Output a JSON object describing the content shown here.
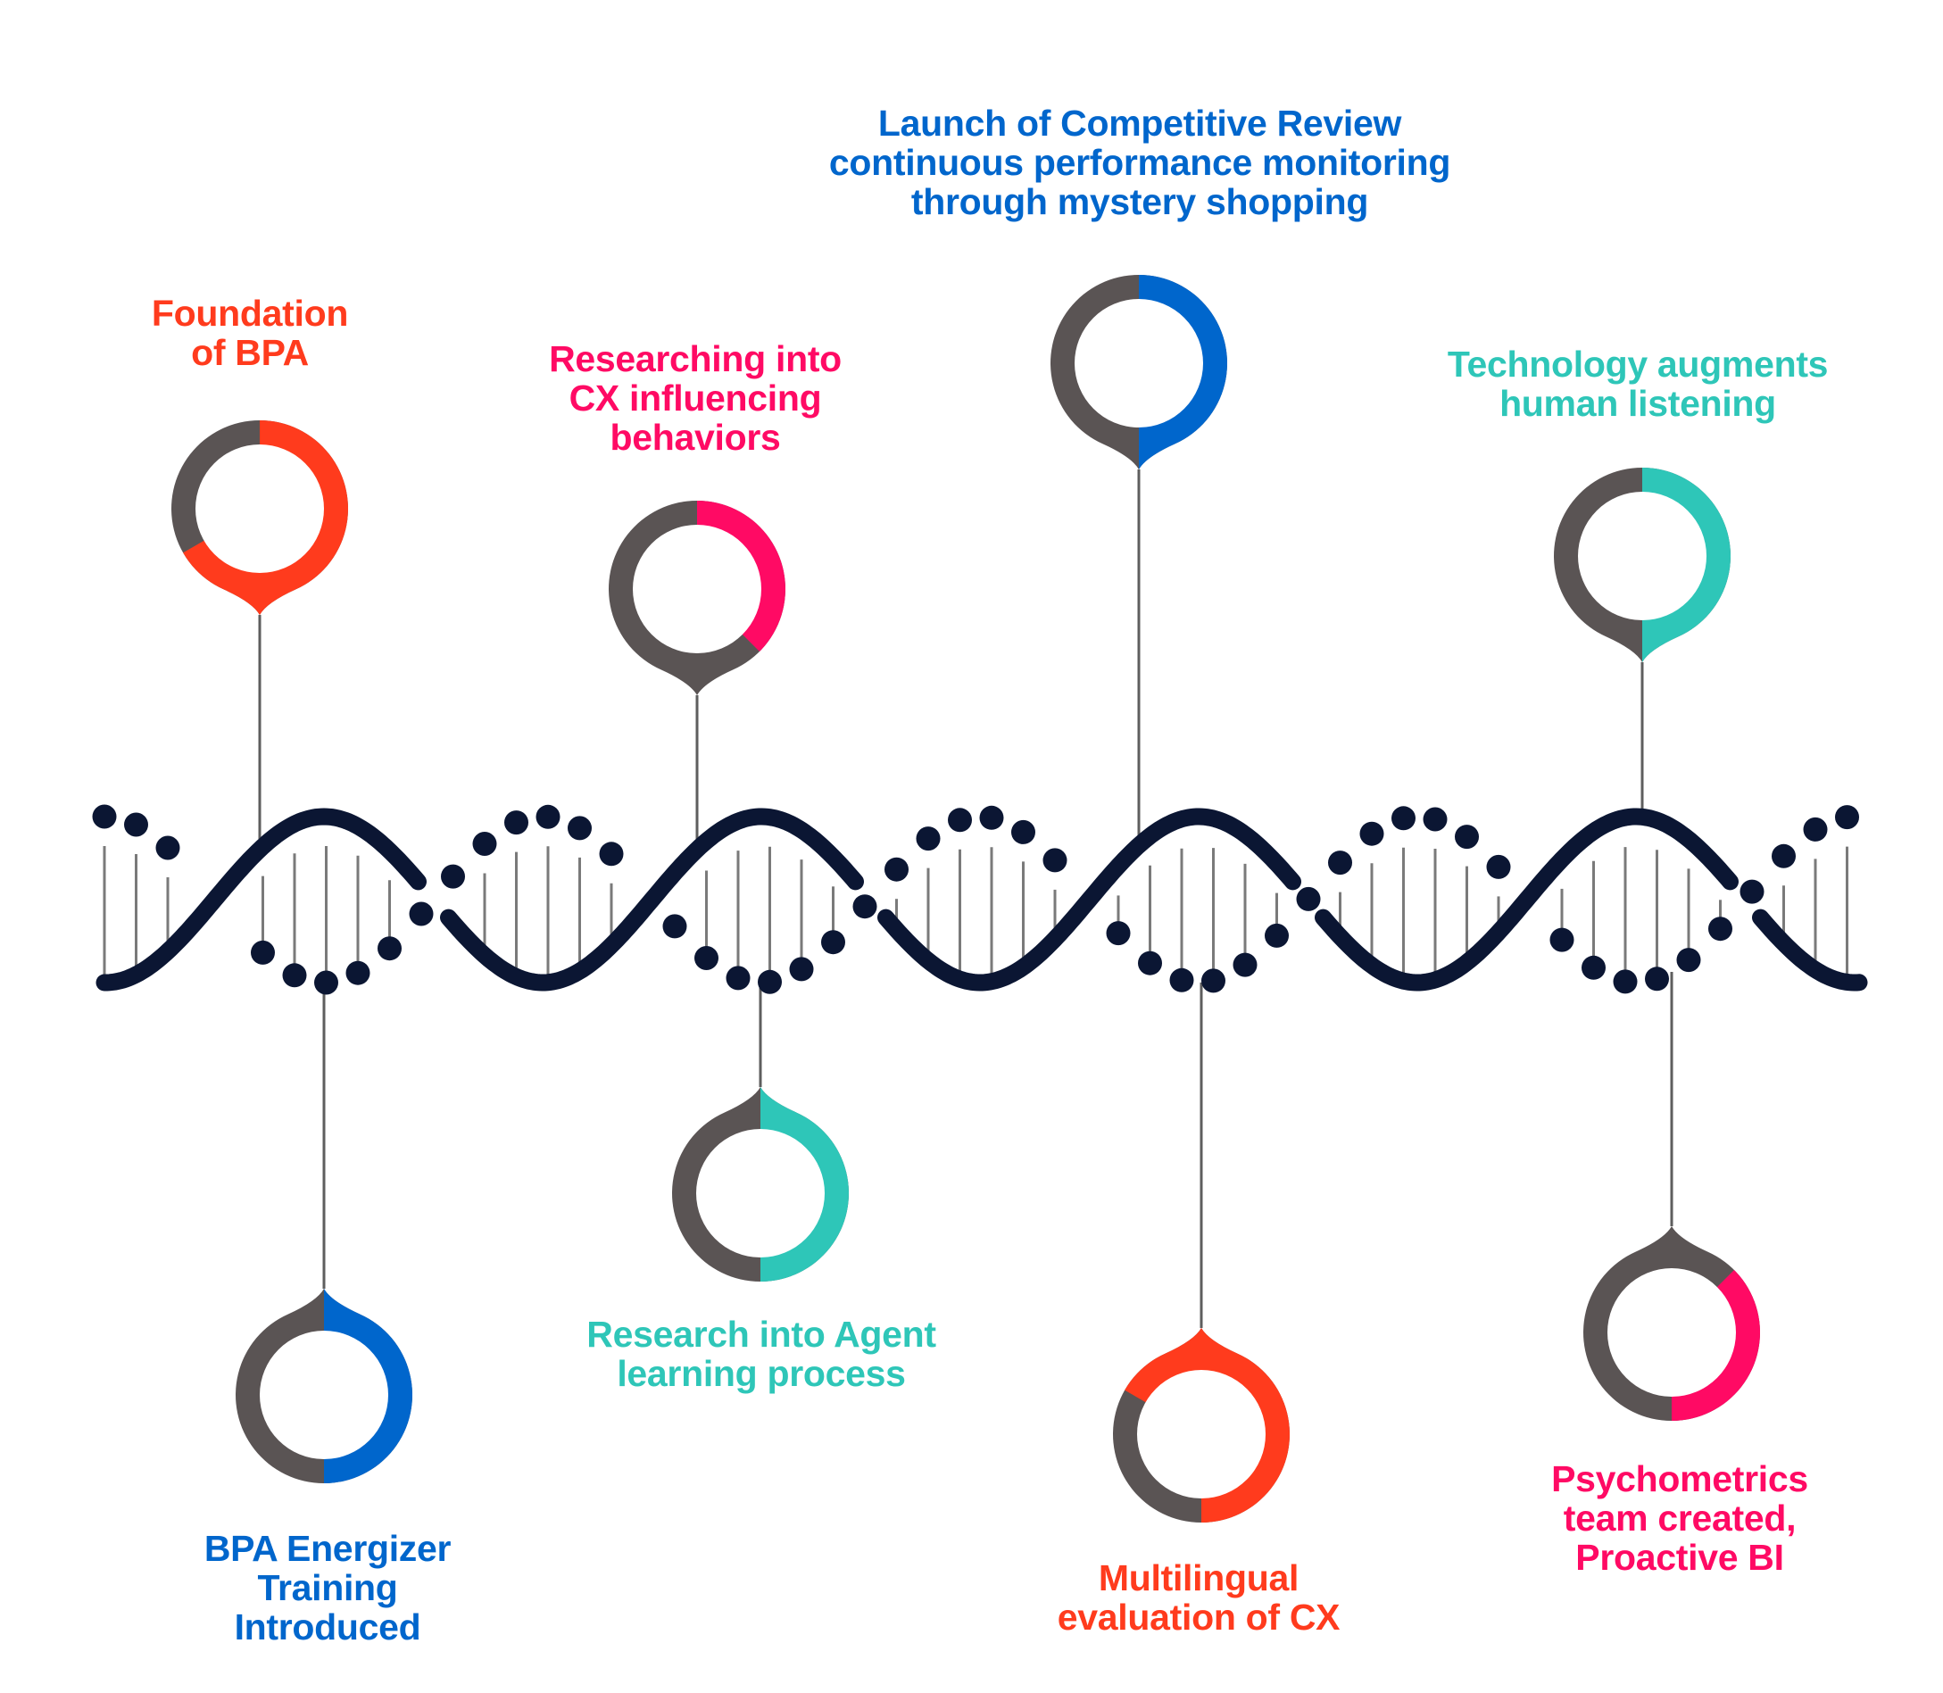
{
  "title": "BPA milestones timeline",
  "colors": {
    "orange": "#FF3B1D",
    "pink": "#FF0A64",
    "blue": "#0066CC",
    "teal": "#2EC6B8",
    "ring_gray": "#5A5454",
    "dna_navy": "#0B1633",
    "rung_gray": "#7A7A7A",
    "stem_gray": "#5E5E5E"
  },
  "milestones": [
    {
      "id": "foundation-of-bpa",
      "side": "top",
      "color": "orange",
      "accent_fraction": 0.667,
      "accent_start_fraction": 0.0,
      "label_lines": [
        "Foundation",
        "of BPA"
      ]
    },
    {
      "id": "bpa-energizer-training",
      "side": "bottom",
      "color": "blue",
      "accent_fraction": 0.5,
      "accent_start_fraction": 0.0,
      "label_lines": [
        "BPA Energizer",
        "Training",
        "Introduced"
      ]
    },
    {
      "id": "researching-cx-behaviors",
      "side": "top",
      "color": "pink",
      "accent_fraction": 0.375,
      "accent_start_fraction": 0.0,
      "label_lines": [
        "Researching into",
        "CX influencing",
        "behaviors"
      ]
    },
    {
      "id": "research-agent-learning",
      "side": "bottom",
      "color": "teal",
      "accent_fraction": 0.5,
      "accent_start_fraction": 0.0,
      "label_lines": [
        "Research into Agent",
        "learning process"
      ]
    },
    {
      "id": "competitive-review-launch",
      "side": "top",
      "color": "blue",
      "accent_fraction": 0.5,
      "accent_start_fraction": 0.0,
      "label_lines": [
        "Launch of Competitive Review",
        "continuous performance monitoring",
        "through mystery shopping"
      ]
    },
    {
      "id": "multilingual-evaluation",
      "side": "bottom",
      "color": "orange",
      "accent_fraction": 0.667,
      "accent_start_fraction": -0.167,
      "label_lines": [
        "Multilingual",
        "evaluation of CX"
      ]
    },
    {
      "id": "technology-augments-listening",
      "side": "top",
      "color": "teal",
      "accent_fraction": 0.5,
      "accent_start_fraction": 0.0,
      "label_lines": [
        "Technology augments",
        "human listening"
      ]
    },
    {
      "id": "psychometrics-team",
      "side": "bottom",
      "color": "pink",
      "accent_fraction": 0.375,
      "accent_start_fraction": 0.125,
      "label_lines": [
        "Psychometrics",
        "team created,",
        "Proactive BI"
      ]
    }
  ]
}
